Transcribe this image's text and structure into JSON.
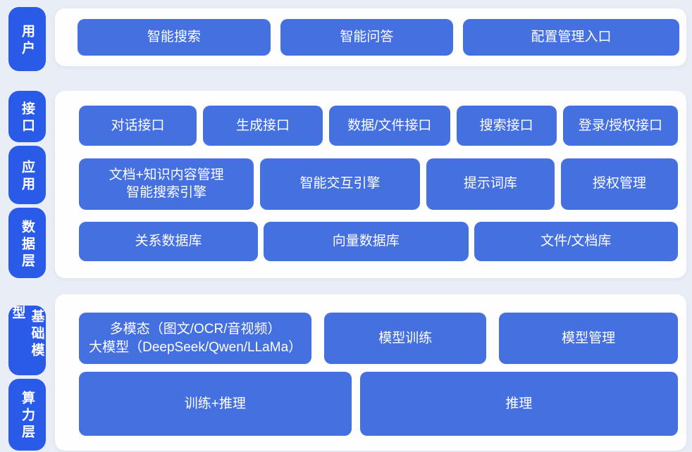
{
  "colors": {
    "background": "#e9edf6",
    "panel": "#fefefe",
    "layer_label_blue": "#2a5ae8",
    "block_blue": "#4570df",
    "text_white": "#ffffff"
  },
  "bands": [
    {
      "labels": [
        {
          "text": "用户"
        }
      ],
      "rows": [
        {
          "buttons": [
            {
              "text": "智能搜索"
            },
            {
              "text": "智能问答"
            },
            {
              "text": "配置管理入口"
            }
          ]
        }
      ]
    },
    {
      "labels": [
        {
          "text": "接口"
        },
        {
          "text": "应用"
        },
        {
          "text": "数据层"
        }
      ],
      "rows": [
        {
          "buttons": [
            {
              "text": "对话接口"
            },
            {
              "text": "生成接口"
            },
            {
              "text": "数据/文件接口"
            },
            {
              "text": "搜索接口"
            },
            {
              "text": "登录/授权接口"
            }
          ]
        },
        {
          "buttons": [
            {
              "line1": "文档+知识内容管理",
              "line2": "智能搜索引擎"
            },
            {
              "text": "智能交互引擎"
            },
            {
              "text": "提示词库"
            },
            {
              "text": "授权管理"
            }
          ]
        },
        {
          "buttons": [
            {
              "text": "关系数据库"
            },
            {
              "text": "向量数据库"
            },
            {
              "text": "文件/文档库"
            }
          ]
        }
      ]
    },
    {
      "labels": [
        {
          "text": "基础模型"
        },
        {
          "text": "算力层"
        }
      ],
      "rows": [
        {
          "buttons": [
            {
              "line1": "多模态（图文/OCR/音视频）",
              "line2": "大模型（DeepSeek/Qwen/LLaMa）"
            },
            {
              "text": "模型训练"
            },
            {
              "text": "模型管理"
            }
          ]
        },
        {
          "buttons": [
            {
              "text": "训练+推理"
            },
            {
              "text": "推理"
            }
          ]
        }
      ]
    }
  ]
}
